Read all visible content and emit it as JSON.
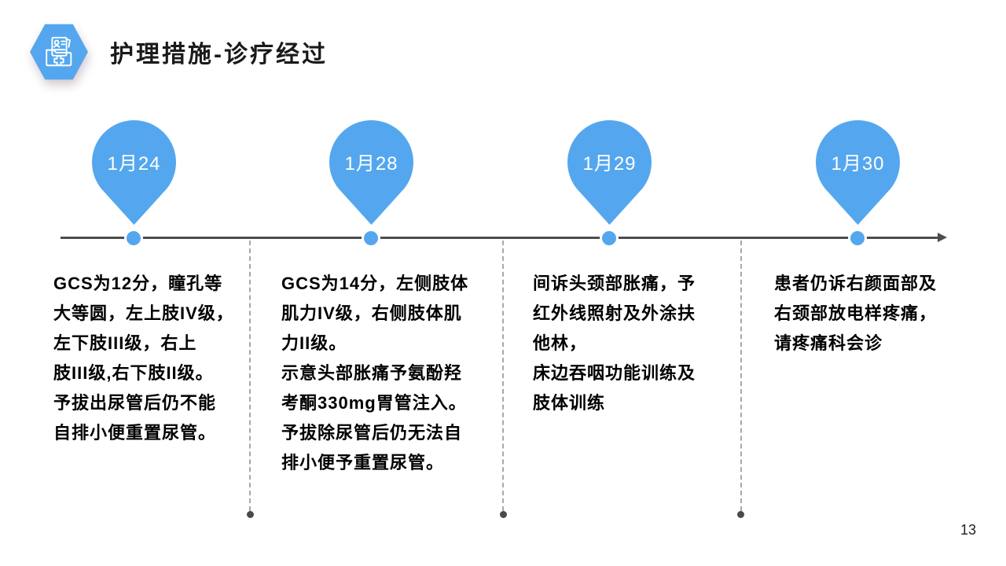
{
  "header": {
    "title": "护理措施-诊疗经过",
    "icon": "medical-records-folder-icon"
  },
  "colors": {
    "accent_blue": "#54A7EE",
    "line_gray": "#4D4D4D",
    "dash_gray": "#A8A8A8",
    "dot_gray": "#4A4A4A",
    "title_color": "#1A1A1A",
    "body_color": "#000000"
  },
  "timeline": {
    "milestones": [
      {
        "date": "1月24",
        "description": "GCS为12分，瞳孔等\n大等圆，左上肢IV级，\n左下肢III级，右上\n肢III级,右下肢II级。\n予拔出尿管后仍不能\n自排小便重置尿管。"
      },
      {
        "date": "1月28",
        "description": "GCS为14分，左侧肢体\n肌力IV级，右侧肢体肌\n力II级。\n示意头部胀痛予氨酚羟\n考酮330mg胃管注入。\n予拔除尿管后仍无法自\n排小便予重置尿管。"
      },
      {
        "date": "1月29",
        "description": "间诉头颈部胀痛，予\n红外线照射及外涂扶\n他林，\n床边吞咽功能训练及\n肢体训练"
      },
      {
        "date": "1月30",
        "description": "患者仍诉右颜面部及\n右颈部放电样疼痛，\n请疼痛科会诊"
      }
    ]
  },
  "footer": {
    "page_number": "13"
  }
}
